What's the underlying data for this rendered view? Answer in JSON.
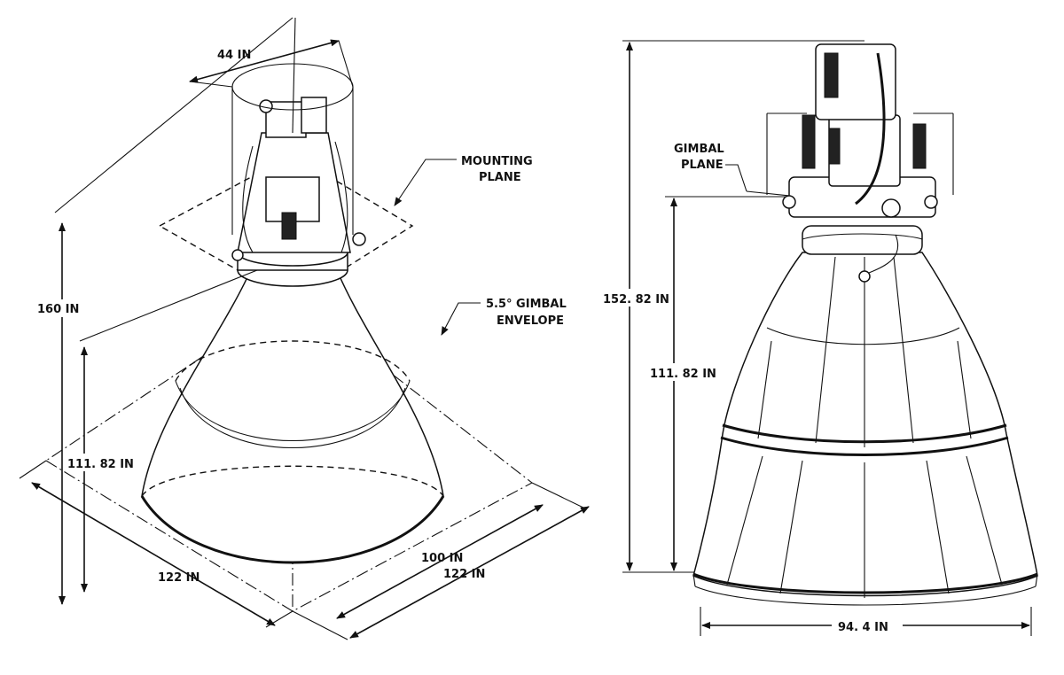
{
  "left_view": {
    "labels": {
      "diameter_top": "44 IN",
      "mounting_plane": [
        "MOUNTING",
        "PLANE"
      ],
      "gimbal_envelope": [
        "5.5° GIMBAL",
        "ENVELOPE"
      ],
      "height_total": "160  IN",
      "height_nozzle": "111. 82 IN",
      "width_left": "122 IN",
      "width_inner": "100 IN",
      "width_right": "122 IN"
    }
  },
  "right_view": {
    "labels": {
      "gimbal_plane": [
        "GIMBAL",
        "PLANE"
      ],
      "height_total": "152. 82 IN",
      "height_nozzle": "111. 82 IN",
      "exit_diameter": "94. 4 IN"
    }
  }
}
